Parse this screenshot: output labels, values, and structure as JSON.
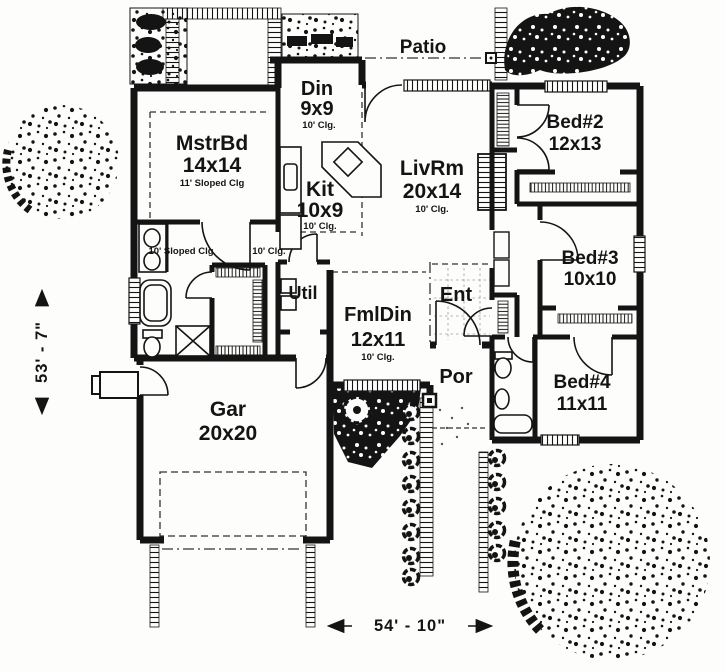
{
  "rooms": {
    "patio": {
      "name": "Patio"
    },
    "din": {
      "name": "Din",
      "size": "9x9",
      "ceiling": "10' Clg."
    },
    "mstrbd": {
      "name": "MstrBd",
      "size": "14x14",
      "ceiling": "11' Sloped Clg"
    },
    "kit": {
      "name": "Kit",
      "size": "10x9",
      "ceiling": "10' Clg."
    },
    "livrm": {
      "name": "LivRm",
      "size": "20x14",
      "ceiling": "10' Clg."
    },
    "bed2": {
      "name": "Bed#2",
      "size": "12x13"
    },
    "bed3": {
      "name": "Bed#3",
      "size": "10x10"
    },
    "bed4": {
      "name": "Bed#4",
      "size": "11x11"
    },
    "util": {
      "name": "Util"
    },
    "fmldin": {
      "name": "FmlDin",
      "size": "12x11",
      "ceiling": "10' Clg."
    },
    "ent": {
      "name": "Ent"
    },
    "por": {
      "name": "Por"
    },
    "gar": {
      "name": "Gar",
      "size": "20x20"
    }
  },
  "notes": {
    "hall_sloped_clg": "10' Sloped Clg",
    "hall_clg": "10' Clg."
  },
  "dimensions": {
    "side": "53' - 7\"",
    "front": "54' - 10\""
  },
  "colors": {
    "ink": "#141414",
    "paper": "#fdfdfc"
  }
}
